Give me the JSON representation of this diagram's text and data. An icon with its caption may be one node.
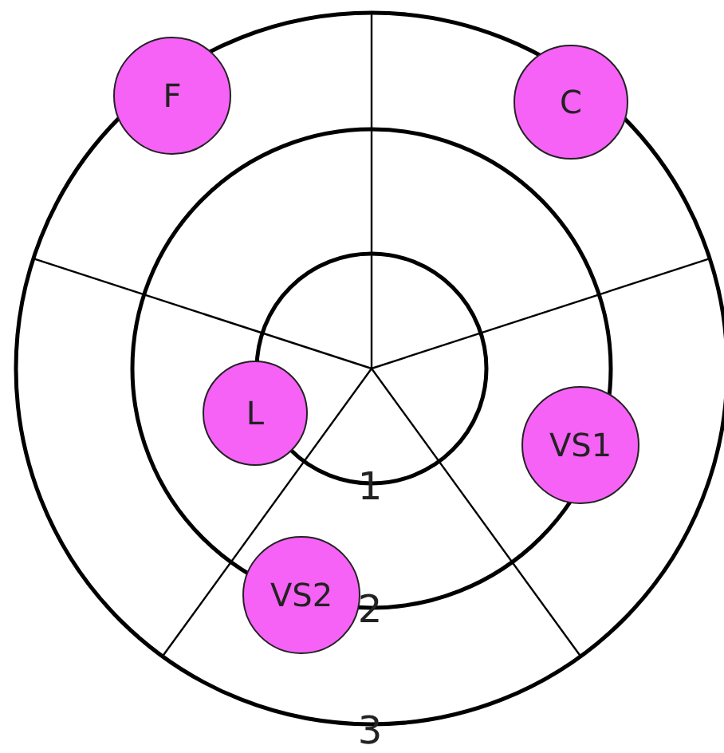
{
  "diagram": {
    "nodes": [
      {
        "text": [
          "F"
        ]
      },
      {
        "text": [
          "C"
        ]
      },
      {
        "text": [
          "L"
        ]
      },
      {
        "text": [
          "VS1"
        ]
      },
      {
        "text": [
          "VS2"
        ]
      }
    ],
    "labels": [
      "1",
      "2",
      "3"
    ]
  }
}
